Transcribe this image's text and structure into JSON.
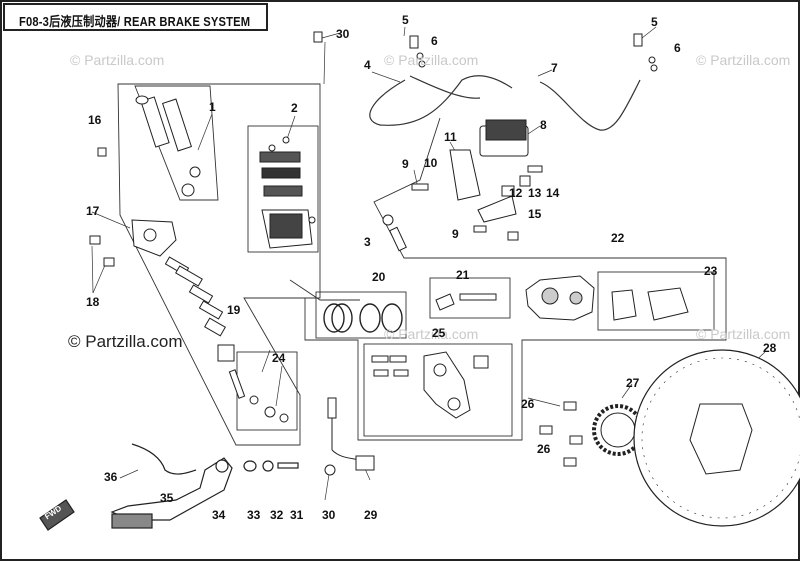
{
  "title": "F08-3后液压制动器/ REAR BRAKE SYSTEM",
  "watermarks": {
    "small": "© Partzilla.com",
    "large": "© Partzilla.com"
  },
  "callouts": [
    "1",
    "2",
    "3",
    "4",
    "5",
    "6",
    "7",
    "8",
    "9",
    "10",
    "11",
    "12",
    "13",
    "14",
    "15",
    "16",
    "17",
    "18",
    "19",
    "20",
    "21",
    "22",
    "23",
    "24",
    "25",
    "26",
    "27",
    "28",
    "29",
    "30",
    "31",
    "32",
    "33",
    "34",
    "35",
    "36"
  ],
  "badge": "FWD"
}
